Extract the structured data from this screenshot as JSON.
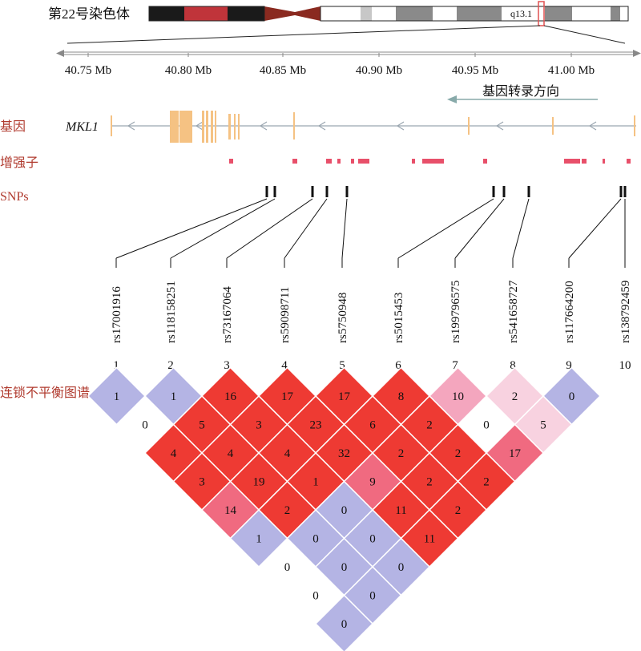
{
  "chromosome": {
    "label": "第22号染色体",
    "band_label": "q13.1",
    "colors": {
      "black": "#1a1a1a",
      "red": "#c0343a",
      "darkred": "#8a2a20",
      "gray": "#8a8a8a",
      "lightgray": "#c7c7c7",
      "highlight": "#e05050"
    }
  },
  "axis": {
    "ticks": [
      "40.75 Mb",
      "40.80 Mb",
      "40.85 Mb",
      "40.90 Mb",
      "40.95 Mb",
      "41.00 Mb"
    ]
  },
  "transcription": {
    "label": "基因转录方向"
  },
  "tracks": {
    "gene": {
      "label": "基因",
      "name": "MKL1",
      "color": "#f5c283"
    },
    "enhancer": {
      "label": "增强子",
      "color": "#e8506a"
    },
    "snps": {
      "label": "SNPs"
    }
  },
  "snps": [
    {
      "index": "1",
      "id": "rs17001916"
    },
    {
      "index": "2",
      "id": "rs118158251"
    },
    {
      "index": "3",
      "id": "rs73167064"
    },
    {
      "index": "4",
      "id": "rs59098711"
    },
    {
      "index": "5",
      "id": "rs5750948"
    },
    {
      "index": "6",
      "id": "rs5015453"
    },
    {
      "index": "7",
      "id": "rs199796575"
    },
    {
      "index": "8",
      "id": "rs541658727"
    },
    {
      "index": "9",
      "id": "rs117664200"
    },
    {
      "index": "10",
      "id": "rs138792459"
    }
  ],
  "ld_plot": {
    "label": "连锁不平衡图谱",
    "colors": {
      "strong": "#ee3a33",
      "medium": "#f06a80",
      "light": "#f4a6be",
      "pale": "#f8d2e0",
      "low": "#b4b4e4"
    },
    "cells": [
      {
        "pair": "1-2",
        "value": "1",
        "level": "low"
      },
      {
        "pair": "2-3",
        "value": "1",
        "level": "low"
      },
      {
        "pair": "3-4",
        "value": "16",
        "level": "strong"
      },
      {
        "pair": "4-5",
        "value": "17",
        "level": "strong"
      },
      {
        "pair": "5-6",
        "value": "17",
        "level": "strong"
      },
      {
        "pair": "6-7",
        "value": "8",
        "level": "strong"
      },
      {
        "pair": "7-8",
        "value": "10",
        "level": "light"
      },
      {
        "pair": "8-9",
        "value": "2",
        "level": "pale"
      },
      {
        "pair": "9-10",
        "value": "0",
        "level": "low"
      },
      {
        "pair": "1-3",
        "value": "0",
        "level": "none"
      },
      {
        "pair": "2-4",
        "value": "5",
        "level": "strong"
      },
      {
        "pair": "3-5",
        "value": "3",
        "level": "strong"
      },
      {
        "pair": "4-6",
        "value": "23",
        "level": "strong"
      },
      {
        "pair": "5-7",
        "value": "6",
        "level": "strong"
      },
      {
        "pair": "6-8",
        "value": "2",
        "level": "strong"
      },
      {
        "pair": "7-9",
        "value": "0",
        "level": "none"
      },
      {
        "pair": "8-10",
        "value": "5",
        "level": "pale"
      },
      {
        "pair": "1-4",
        "value": "4",
        "level": "strong"
      },
      {
        "pair": "2-5",
        "value": "4",
        "level": "strong"
      },
      {
        "pair": "3-6",
        "value": "4",
        "level": "strong"
      },
      {
        "pair": "4-7",
        "value": "32",
        "level": "strong"
      },
      {
        "pair": "5-8",
        "value": "2",
        "level": "strong"
      },
      {
        "pair": "6-9",
        "value": "2",
        "level": "strong"
      },
      {
        "pair": "7-10",
        "value": "17",
        "level": "medium"
      },
      {
        "pair": "1-5",
        "value": "3",
        "level": "strong"
      },
      {
        "pair": "2-6",
        "value": "19",
        "level": "strong"
      },
      {
        "pair": "3-7",
        "value": "1",
        "level": "strong"
      },
      {
        "pair": "4-8",
        "value": "9",
        "level": "medium"
      },
      {
        "pair": "5-9",
        "value": "2",
        "level": "strong"
      },
      {
        "pair": "6-10",
        "value": "2",
        "level": "strong"
      },
      {
        "pair": "1-6",
        "value": "14",
        "level": "medium"
      },
      {
        "pair": "2-7",
        "value": "2",
        "level": "strong"
      },
      {
        "pair": "3-8",
        "value": "0",
        "level": "low"
      },
      {
        "pair": "4-9",
        "value": "11",
        "level": "strong"
      },
      {
        "pair": "5-10",
        "value": "2",
        "level": "strong"
      },
      {
        "pair": "1-7",
        "value": "1",
        "level": "low"
      },
      {
        "pair": "2-8",
        "value": "0",
        "level": "low"
      },
      {
        "pair": "3-9",
        "value": "0",
        "level": "low"
      },
      {
        "pair": "4-10",
        "value": "11",
        "level": "strong"
      },
      {
        "pair": "1-8",
        "value": "0",
        "level": "none"
      },
      {
        "pair": "2-9",
        "value": "0",
        "level": "low"
      },
      {
        "pair": "3-10",
        "value": "0",
        "level": "low"
      },
      {
        "pair": "1-9",
        "value": "0",
        "level": "none"
      },
      {
        "pair": "2-10",
        "value": "0",
        "level": "low"
      },
      {
        "pair": "1-10",
        "value": "0",
        "level": "low"
      }
    ]
  }
}
